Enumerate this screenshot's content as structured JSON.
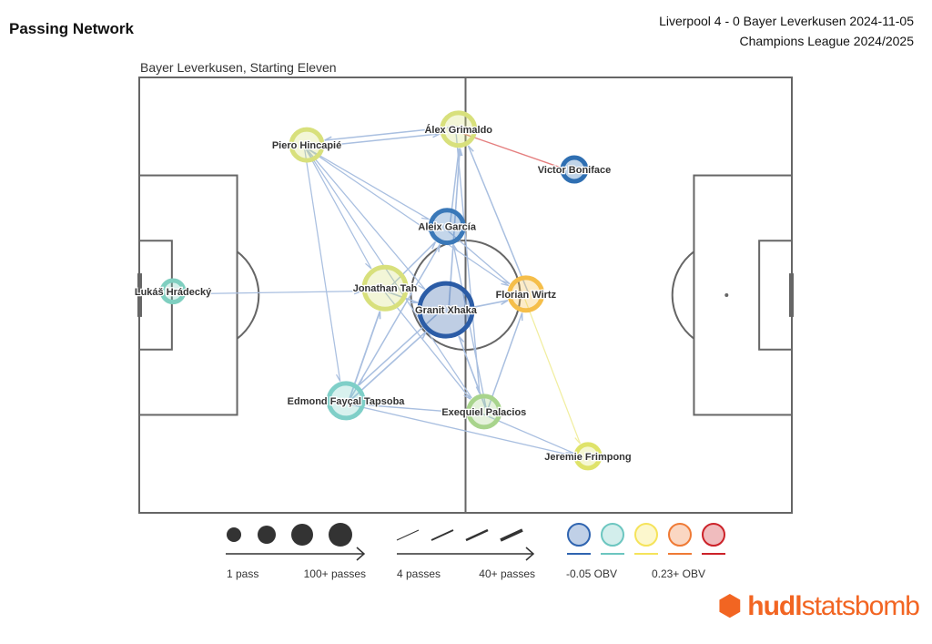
{
  "header": {
    "title": "Passing Network",
    "match": "Liverpool 4 - 0 Bayer Leverkusen 2024-11-05",
    "competition": "Champions League 2024/2025",
    "subtitle": "Bayer Leverkusen, Starting Eleven"
  },
  "chart_data": {
    "type": "network",
    "pitch": {
      "length": 120,
      "width": 80
    },
    "nodes": [
      {
        "id": "hradecky",
        "name": "Lukáš Hrádecký",
        "x": 6.2,
        "y": 39.3,
        "passes": 2,
        "color": "#7fcfc0"
      },
      {
        "id": "hincapie",
        "name": "Piero Hincapié",
        "x": 30.8,
        "y": 12.4,
        "passes": 16,
        "color": "#d8e07c"
      },
      {
        "id": "grimaldo",
        "name": "Álex Grimaldo",
        "x": 58.7,
        "y": 9.5,
        "passes": 20,
        "color": "#d8e07c"
      },
      {
        "id": "boniface",
        "name": "Victor Boniface",
        "x": 80.0,
        "y": 16.9,
        "passes": 4,
        "color": "#2f6fb2"
      },
      {
        "id": "garcia",
        "name": "Aleix García",
        "x": 56.6,
        "y": 27.4,
        "passes": 20,
        "color": "#3a78b8"
      },
      {
        "id": "tah",
        "name": "Jonathan Tah",
        "x": 45.2,
        "y": 38.7,
        "passes": 49,
        "color": "#d8e07c"
      },
      {
        "id": "xhaka",
        "name": "Granit Xhaka",
        "x": 56.4,
        "y": 42.7,
        "passes": 100,
        "color": "#2b5ca6"
      },
      {
        "id": "wirtz",
        "name": "Florian Wirtz",
        "x": 71.1,
        "y": 39.8,
        "passes": 20,
        "color": "#f5be4a"
      },
      {
        "id": "tapsoba",
        "name": "Edmond Fayçal Tapsoba",
        "x": 38.0,
        "y": 59.4,
        "passes": 25,
        "color": "#7fcfc8"
      },
      {
        "id": "palacios",
        "name": "Exequiel Palacios",
        "x": 63.4,
        "y": 61.4,
        "passes": 16,
        "color": "#a8d48c"
      },
      {
        "id": "frimpong",
        "name": "Jeremie Frimpong",
        "x": 82.5,
        "y": 69.6,
        "passes": 4,
        "color": "#dfe36a"
      }
    ],
    "edges": [
      [
        "hradecky",
        "tah",
        4,
        "#a9bfe0"
      ],
      [
        "grimaldo",
        "hincapie",
        8,
        "#a9bfe0"
      ],
      [
        "hincapie",
        "grimaldo",
        8,
        "#a9bfe0"
      ],
      [
        "grimaldo",
        "boniface",
        6,
        "#e57f7f"
      ],
      [
        "hincapie",
        "garcia",
        5,
        "#a9bfe0"
      ],
      [
        "hincapie",
        "tah",
        4,
        "#a9bfe0"
      ],
      [
        "hincapie",
        "xhaka",
        5,
        "#a9bfe0"
      ],
      [
        "hincapie",
        "wirtz",
        4,
        "#a9bfe0"
      ],
      [
        "hincapie",
        "tapsoba",
        4,
        "#a9bfe0"
      ],
      [
        "hincapie",
        "palacios",
        4,
        "#a9bfe0"
      ],
      [
        "garcia",
        "grimaldo",
        8,
        "#a9bfe0"
      ],
      [
        "xhaka",
        "grimaldo",
        10,
        "#a9bfe0"
      ],
      [
        "wirtz",
        "grimaldo",
        8,
        "#a9bfe0"
      ],
      [
        "tah",
        "garcia",
        8,
        "#a9bfe0"
      ],
      [
        "tah",
        "xhaka",
        10,
        "#a9bfe0"
      ],
      [
        "xhaka",
        "wirtz",
        10,
        "#a9bfe0"
      ],
      [
        "tapsoba",
        "tah",
        12,
        "#a9bfe0"
      ],
      [
        "tapsoba",
        "xhaka",
        10,
        "#a9bfe0"
      ],
      [
        "tapsoba",
        "garcia",
        8,
        "#a9bfe0"
      ],
      [
        "tapsoba",
        "palacios",
        6,
        "#a9bfe0"
      ],
      [
        "tapsoba",
        "frimpong",
        5,
        "#a9bfe0"
      ],
      [
        "palacios",
        "xhaka",
        10,
        "#a9bfe0"
      ],
      [
        "palacios",
        "wirtz",
        8,
        "#a9bfe0"
      ],
      [
        "palacios",
        "garcia",
        6,
        "#a9bfe0"
      ],
      [
        "palacios",
        "frimpong",
        5,
        "#a9bfe0"
      ],
      [
        "xhaka",
        "tapsoba",
        8,
        "#a9bfe0"
      ],
      [
        "wirtz",
        "frimpong",
        4,
        "#f1eea0"
      ],
      [
        "garcia",
        "wirtz",
        5,
        "#a9bfe0"
      ],
      [
        "grimaldo",
        "palacios",
        6,
        "#a9bfe0"
      ],
      [
        "tah",
        "palacios",
        5,
        "#a9bfe0"
      ]
    ],
    "legend": {
      "size": {
        "min_label": "1 pass",
        "max_label": "100+ passes"
      },
      "width": {
        "min_label": "4 passes",
        "max_label": "40+ passes"
      },
      "color": {
        "min_label": "-0.05 OBV",
        "max_label": "0.23+ OBV",
        "colors": [
          "#2f64b0",
          "#6cc6c0",
          "#f5e35a",
          "#ef7a35",
          "#cc2229"
        ]
      }
    }
  },
  "brand": {
    "logo": "hudlstatsbomb"
  }
}
